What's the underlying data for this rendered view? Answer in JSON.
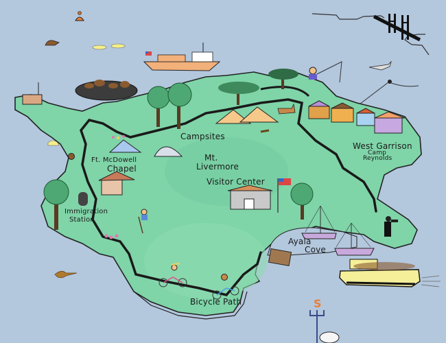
{
  "map": {
    "title": "Angel Island illustrated map",
    "colors": {
      "water": "#b3c7dd",
      "land": "#7fd4a8",
      "land_dark": "#5fb98a",
      "path": "#1a1a1a",
      "ferry": "#f5ef9a",
      "sail_boat": "#c9a9dc",
      "tour_boat": "#f2b07a",
      "text": "#1a1a1a"
    },
    "labels": {
      "campsites": "Campsites",
      "chapel_line1": "Ft. McDowell",
      "chapel_line2": "Chapel",
      "livermore_line1": "Mt.",
      "livermore_line2": "Livermore",
      "visitor_center": "Visitor Center",
      "west_garrison": "West Garrison",
      "camp_reynolds_line1": "Camp",
      "camp_reynolds_line2": "Reynolds",
      "immigration_line1": "Immigration",
      "immigration_line2": "Station",
      "ayala_cove_line1": "Ayala",
      "ayala_cove_line2": "Cove",
      "bicycle_path": "Bicycle Path"
    },
    "features": [
      {
        "name": "golden-gate-bridge",
        "location": "top-right"
      },
      {
        "name": "tour-boat",
        "location": "top-center"
      },
      {
        "name": "ferry",
        "location": "bottom-right"
      },
      {
        "name": "sailboats",
        "location": "ayala-cove"
      },
      {
        "name": "seal-rock",
        "location": "top-left"
      },
      {
        "name": "fisherman",
        "location": "north-shore"
      },
      {
        "name": "kite",
        "location": "north-east"
      },
      {
        "name": "neptune-statue",
        "location": "bottom-right"
      }
    ]
  }
}
